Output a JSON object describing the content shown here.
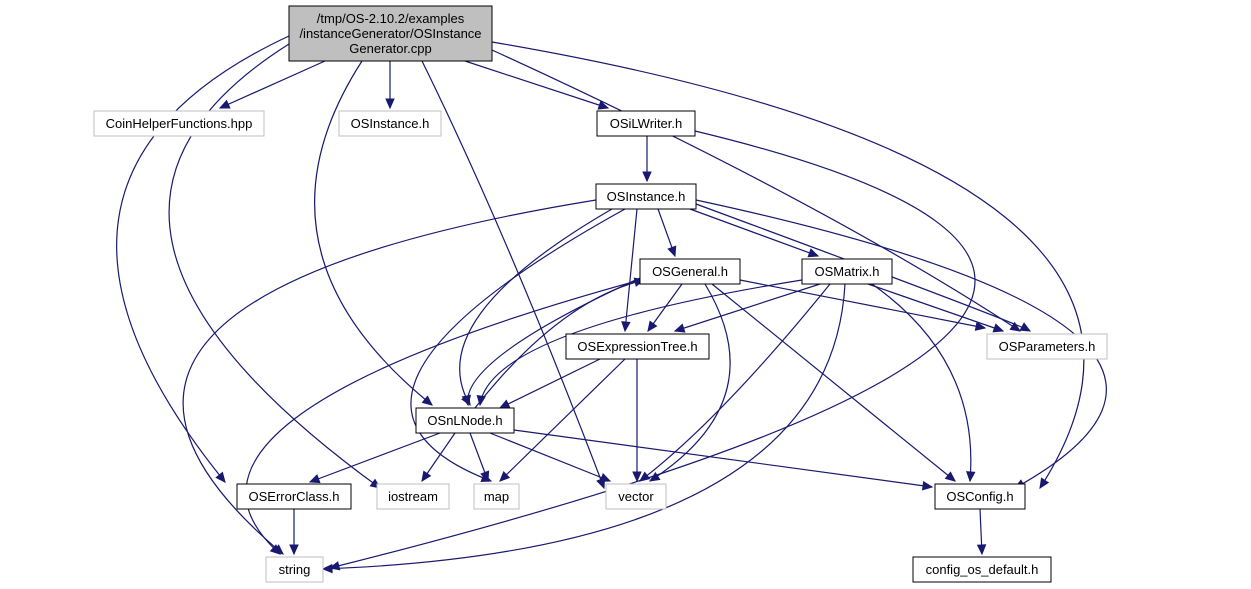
{
  "colors": {
    "edge": "#191970",
    "root_fill": "#bfbfbf",
    "documented_border": "#000000",
    "external_border": "#bfbfbf",
    "external_text": "#404040",
    "documented_text": "#000000"
  },
  "nodes": [
    {
      "id": "root",
      "lines": [
        "/tmp/OS-2.10.2/examples",
        "/instanceGenerator/OSInstance",
        "Generator.cpp"
      ],
      "kind": "root"
    },
    {
      "id": "coinhelper",
      "lines": [
        "CoinHelperFunctions.hpp"
      ],
      "kind": "external"
    },
    {
      "id": "osinstance_h_ext",
      "lines": [
        "OSInstance.h"
      ],
      "kind": "external"
    },
    {
      "id": "osilwriter",
      "lines": [
        "OSiLWriter.h"
      ],
      "kind": "documented"
    },
    {
      "id": "osinstance_h",
      "lines": [
        "OSInstance.h"
      ],
      "kind": "documented"
    },
    {
      "id": "osgeneral",
      "lines": [
        "OSGeneral.h"
      ],
      "kind": "documented"
    },
    {
      "id": "osmatrix",
      "lines": [
        "OSMatrix.h"
      ],
      "kind": "documented"
    },
    {
      "id": "osparameters",
      "lines": [
        "OSParameters.h"
      ],
      "kind": "external"
    },
    {
      "id": "osexpressiontree",
      "lines": [
        "OSExpressionTree.h"
      ],
      "kind": "documented"
    },
    {
      "id": "osnlnode",
      "lines": [
        "OSnLNode.h"
      ],
      "kind": "documented"
    },
    {
      "id": "oserrorclass",
      "lines": [
        "OSErrorClass.h"
      ],
      "kind": "documented"
    },
    {
      "id": "iostream",
      "lines": [
        "iostream"
      ],
      "kind": "external"
    },
    {
      "id": "map",
      "lines": [
        "map"
      ],
      "kind": "external"
    },
    {
      "id": "vector",
      "lines": [
        "vector"
      ],
      "kind": "external"
    },
    {
      "id": "osconfig",
      "lines": [
        "OSConfig.h"
      ],
      "kind": "documented"
    },
    {
      "id": "string",
      "lines": [
        "string"
      ],
      "kind": "external"
    },
    {
      "id": "configdefault",
      "lines": [
        "config_os_default.h"
      ],
      "kind": "documented"
    }
  ],
  "edges": [
    [
      "root",
      "coinhelper"
    ],
    [
      "root",
      "osinstance_h_ext"
    ],
    [
      "root",
      "osilwriter"
    ],
    [
      "root",
      "osparameters"
    ],
    [
      "root",
      "osconfig"
    ],
    [
      "root",
      "oserrorclass"
    ],
    [
      "root",
      "iostream"
    ],
    [
      "root",
      "osnlnode"
    ],
    [
      "root",
      "vector"
    ],
    [
      "osilwriter",
      "osinstance_h"
    ],
    [
      "osilwriter",
      "string"
    ],
    [
      "osinstance_h",
      "osgeneral"
    ],
    [
      "osinstance_h",
      "osmatrix"
    ],
    [
      "osinstance_h",
      "osparameters"
    ],
    [
      "osinstance_h",
      "osexpressiontree"
    ],
    [
      "osinstance_h",
      "osnlnode"
    ],
    [
      "osinstance_h",
      "map"
    ],
    [
      "osinstance_h",
      "string"
    ],
    [
      "osinstance_h",
      "osconfig"
    ],
    [
      "osgeneral",
      "osparameters"
    ],
    [
      "osgeneral",
      "osexpressiontree"
    ],
    [
      "osgeneral",
      "osnlnode"
    ],
    [
      "osgeneral",
      "vector"
    ],
    [
      "osgeneral",
      "osconfig"
    ],
    [
      "osgeneral",
      "string"
    ],
    [
      "osmatrix",
      "osparameters"
    ],
    [
      "osmatrix",
      "osexpressiontree"
    ],
    [
      "osmatrix",
      "osnlnode"
    ],
    [
      "osmatrix",
      "vector"
    ],
    [
      "osmatrix",
      "osconfig"
    ],
    [
      "osmatrix",
      "string"
    ],
    [
      "osexpressiontree",
      "osnlnode"
    ],
    [
      "osexpressiontree",
      "map"
    ],
    [
      "osexpressiontree",
      "vector"
    ],
    [
      "osnlnode",
      "osgeneral"
    ],
    [
      "osnlnode",
      "oserrorclass"
    ],
    [
      "osnlnode",
      "iostream"
    ],
    [
      "osnlnode",
      "map"
    ],
    [
      "osnlnode",
      "vector"
    ],
    [
      "osnlnode",
      "osconfig"
    ],
    [
      "oserrorclass",
      "string"
    ],
    [
      "osconfig",
      "configdefault"
    ]
  ]
}
